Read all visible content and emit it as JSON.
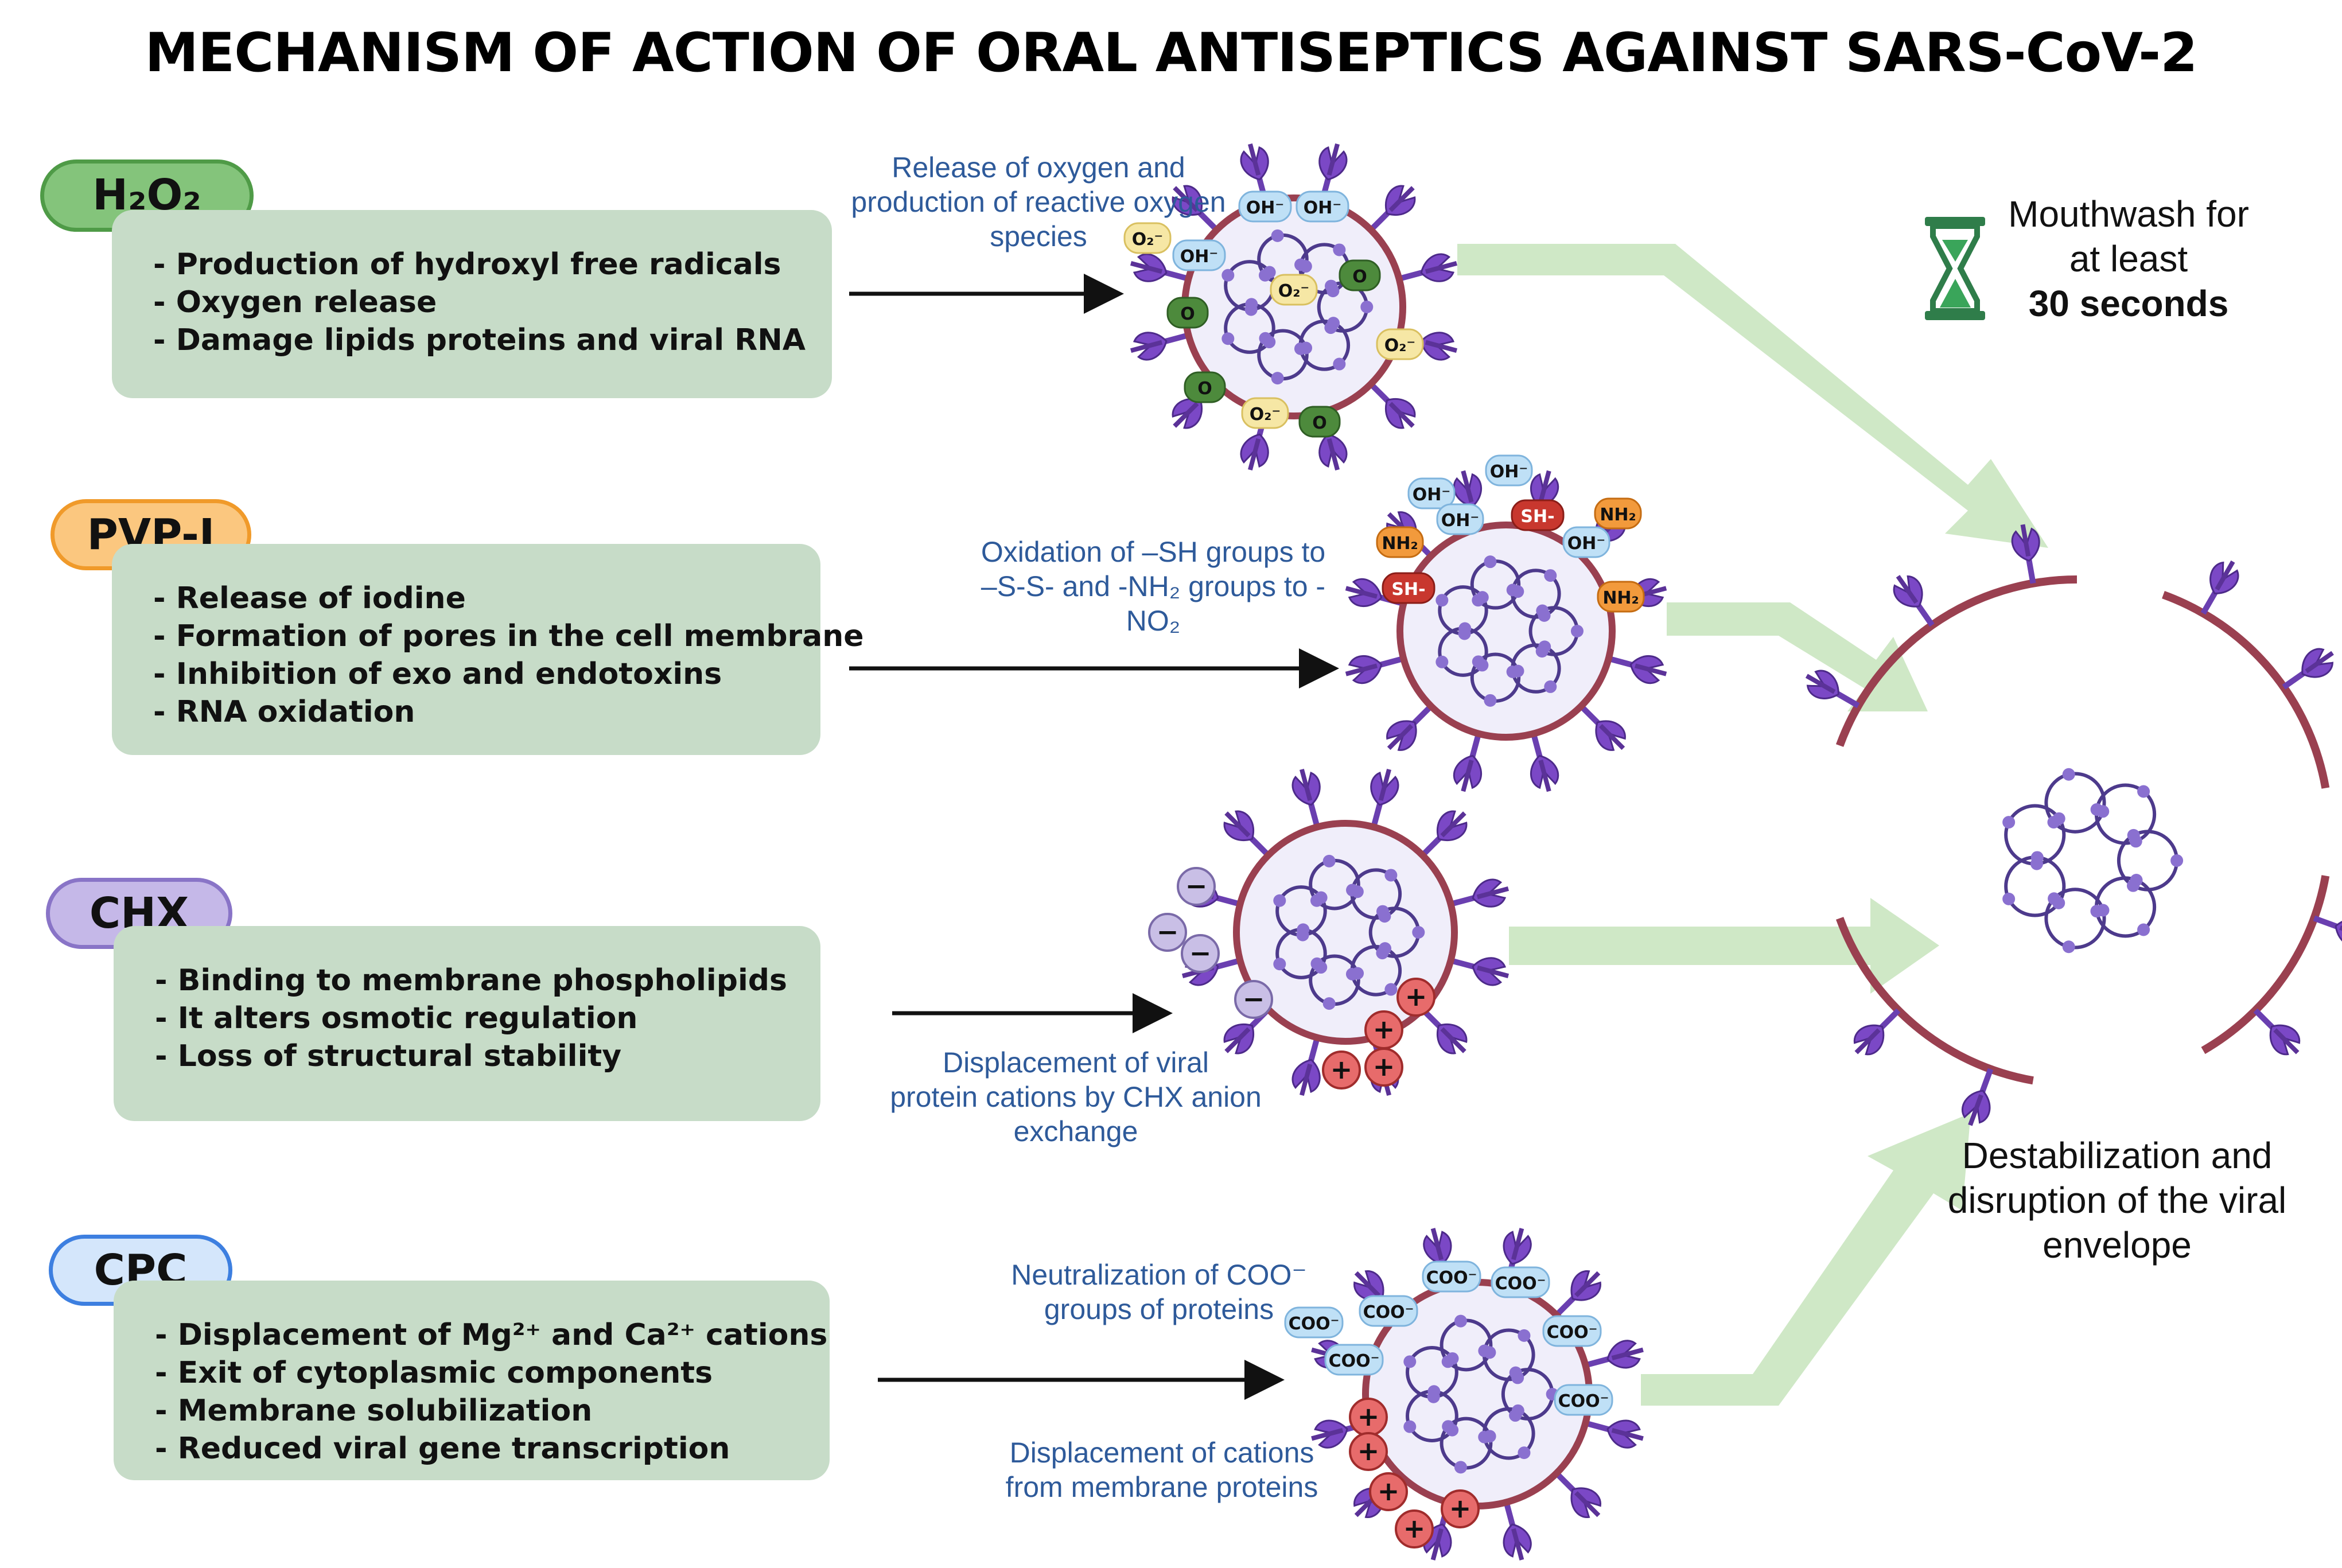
{
  "title": "MECHANISM OF ACTION OF ORAL ANTISEPTICS AGAINST SARS-CoV-2",
  "agents": [
    {
      "name": "H₂O₂",
      "color": "#84c47b",
      "bullets": [
        "Production of hydroxyl free radicals",
        "Oxygen release",
        "Damage lipids proteins and viral RNA"
      ],
      "note": [
        "Release of oxygen and",
        "production of reactive oxygen",
        "species"
      ]
    },
    {
      "name": "PVP-I",
      "color": "#fbc77f",
      "bullets": [
        "Release of iodine",
        "Formation of pores in the cell membrane",
        "Inhibition of exo and endotoxins",
        "RNA oxidation"
      ],
      "note": [
        "Oxidation of –SH groups to",
        "–S-S- and -NH₂ groups to -",
        "NO₂"
      ]
    },
    {
      "name": "CHX",
      "color": "#c5b8e8",
      "bullets": [
        "Binding to membrane phospholipids",
        "It alters osmotic regulation",
        "Loss of structural stability"
      ],
      "note": [
        "Displacement of viral",
        "protein cations by CHX anion",
        "exchange"
      ]
    },
    {
      "name": "CPC",
      "color": "#d4e6fb",
      "bullets": [
        "Displacement of Mg²⁺ and Ca²⁺ cations",
        "Exit of cytoplasmic components",
        "Membrane solubilization",
        "Reduced viral gene transcription"
      ],
      "note": [
        "Neutralization of COO⁻",
        "groups of proteins"
      ],
      "note2": [
        "Displacement of cations",
        "from membrane proteins"
      ]
    }
  ],
  "mouthwash": {
    "line1": "Mouthwash for",
    "line2": "at least",
    "line3": "30 seconds",
    "icon": "hourglass-icon"
  },
  "outcome": [
    "Destabilization and",
    "disruption of the viral",
    "envelope"
  ],
  "particle_labels": {
    "hydroxyl": "OH⁻",
    "superoxide": "O₂⁻",
    "oxygen": "O",
    "amine": "NH₂",
    "thiol": "SH-",
    "carboxylate": "COO⁻",
    "minus": "−",
    "plus": "+"
  }
}
